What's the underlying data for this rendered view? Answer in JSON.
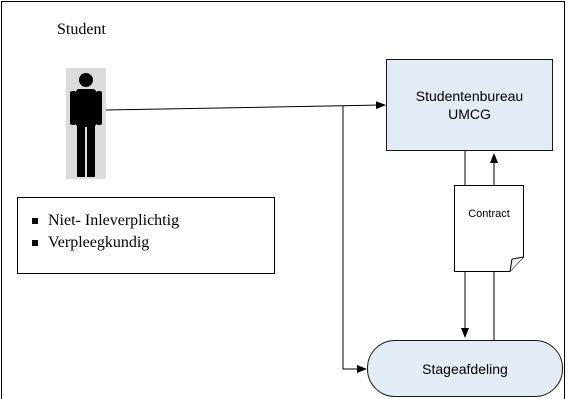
{
  "student": {
    "title": "Student",
    "criteria": [
      "Niet- Inleverplichtig",
      "Verpleegkundig"
    ]
  },
  "bureau": {
    "line1": "Studentenbureau",
    "line2": "UMCG"
  },
  "contract": {
    "label": "Contract"
  },
  "stage": {
    "label": "Stageafdeling"
  },
  "colors": {
    "box_fill": "#e3ebf5",
    "line": "#000000"
  },
  "icons": {
    "person": "person-figure-icon",
    "document": "contract-document-icon"
  }
}
